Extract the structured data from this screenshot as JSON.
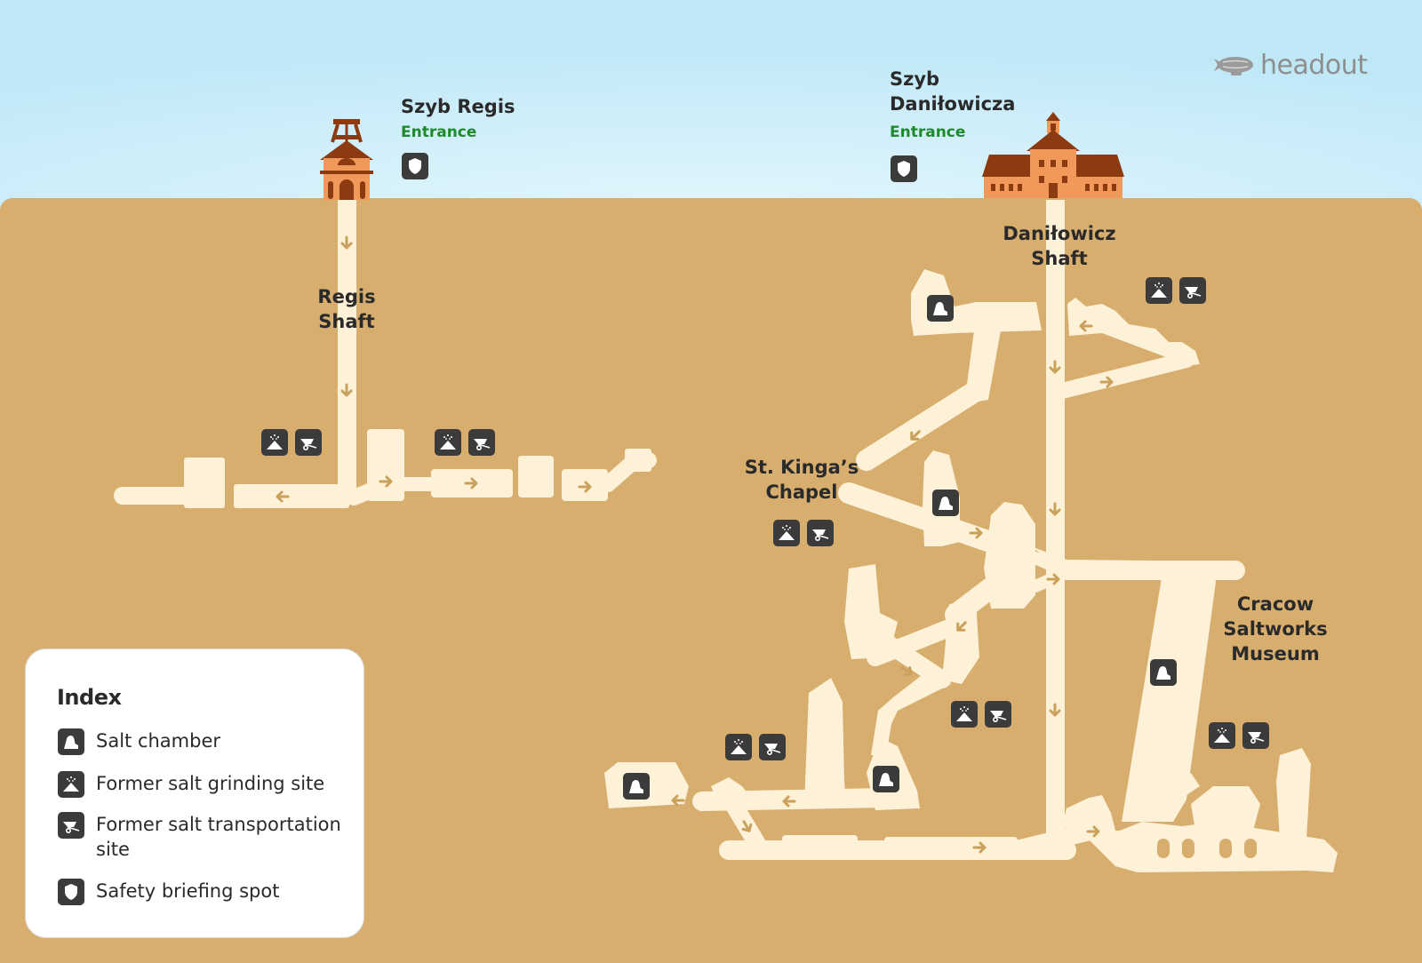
{
  "brand": {
    "name": "headout"
  },
  "colors": {
    "sky": "#c6ecf8",
    "ground": "#d8ae6f",
    "tunnel": "#fdf1d8",
    "arrow": "#c9a05c",
    "building": "#f1995a",
    "roof": "#8c3a12",
    "icon_bg": "#3b3b3b",
    "entrance": "#1f8a2c"
  },
  "entrances": {
    "regis": {
      "name": "Szyb Regis",
      "tag": "Entrance"
    },
    "danilowicza": {
      "name": "Szyb\nDaniłowicza",
      "tag": "Entrance"
    }
  },
  "labels": {
    "regis_shaft": "Regis\nShaft",
    "danilowicz_shaft": "Daniłowicz\nShaft",
    "chapel": "St. Kinga’s\nChapel",
    "museum": "Cracow\nSaltworks\nMuseum"
  },
  "index": {
    "title": "Index",
    "items": [
      {
        "icon": "salt-chamber-icon",
        "label": "Salt chamber"
      },
      {
        "icon": "salt-grinding-icon",
        "label": "Former salt grinding site"
      },
      {
        "icon": "wheelbarrow-icon",
        "label": "Former salt transportation site"
      },
      {
        "icon": "shield-icon",
        "label": "Safety briefing spot"
      }
    ]
  }
}
